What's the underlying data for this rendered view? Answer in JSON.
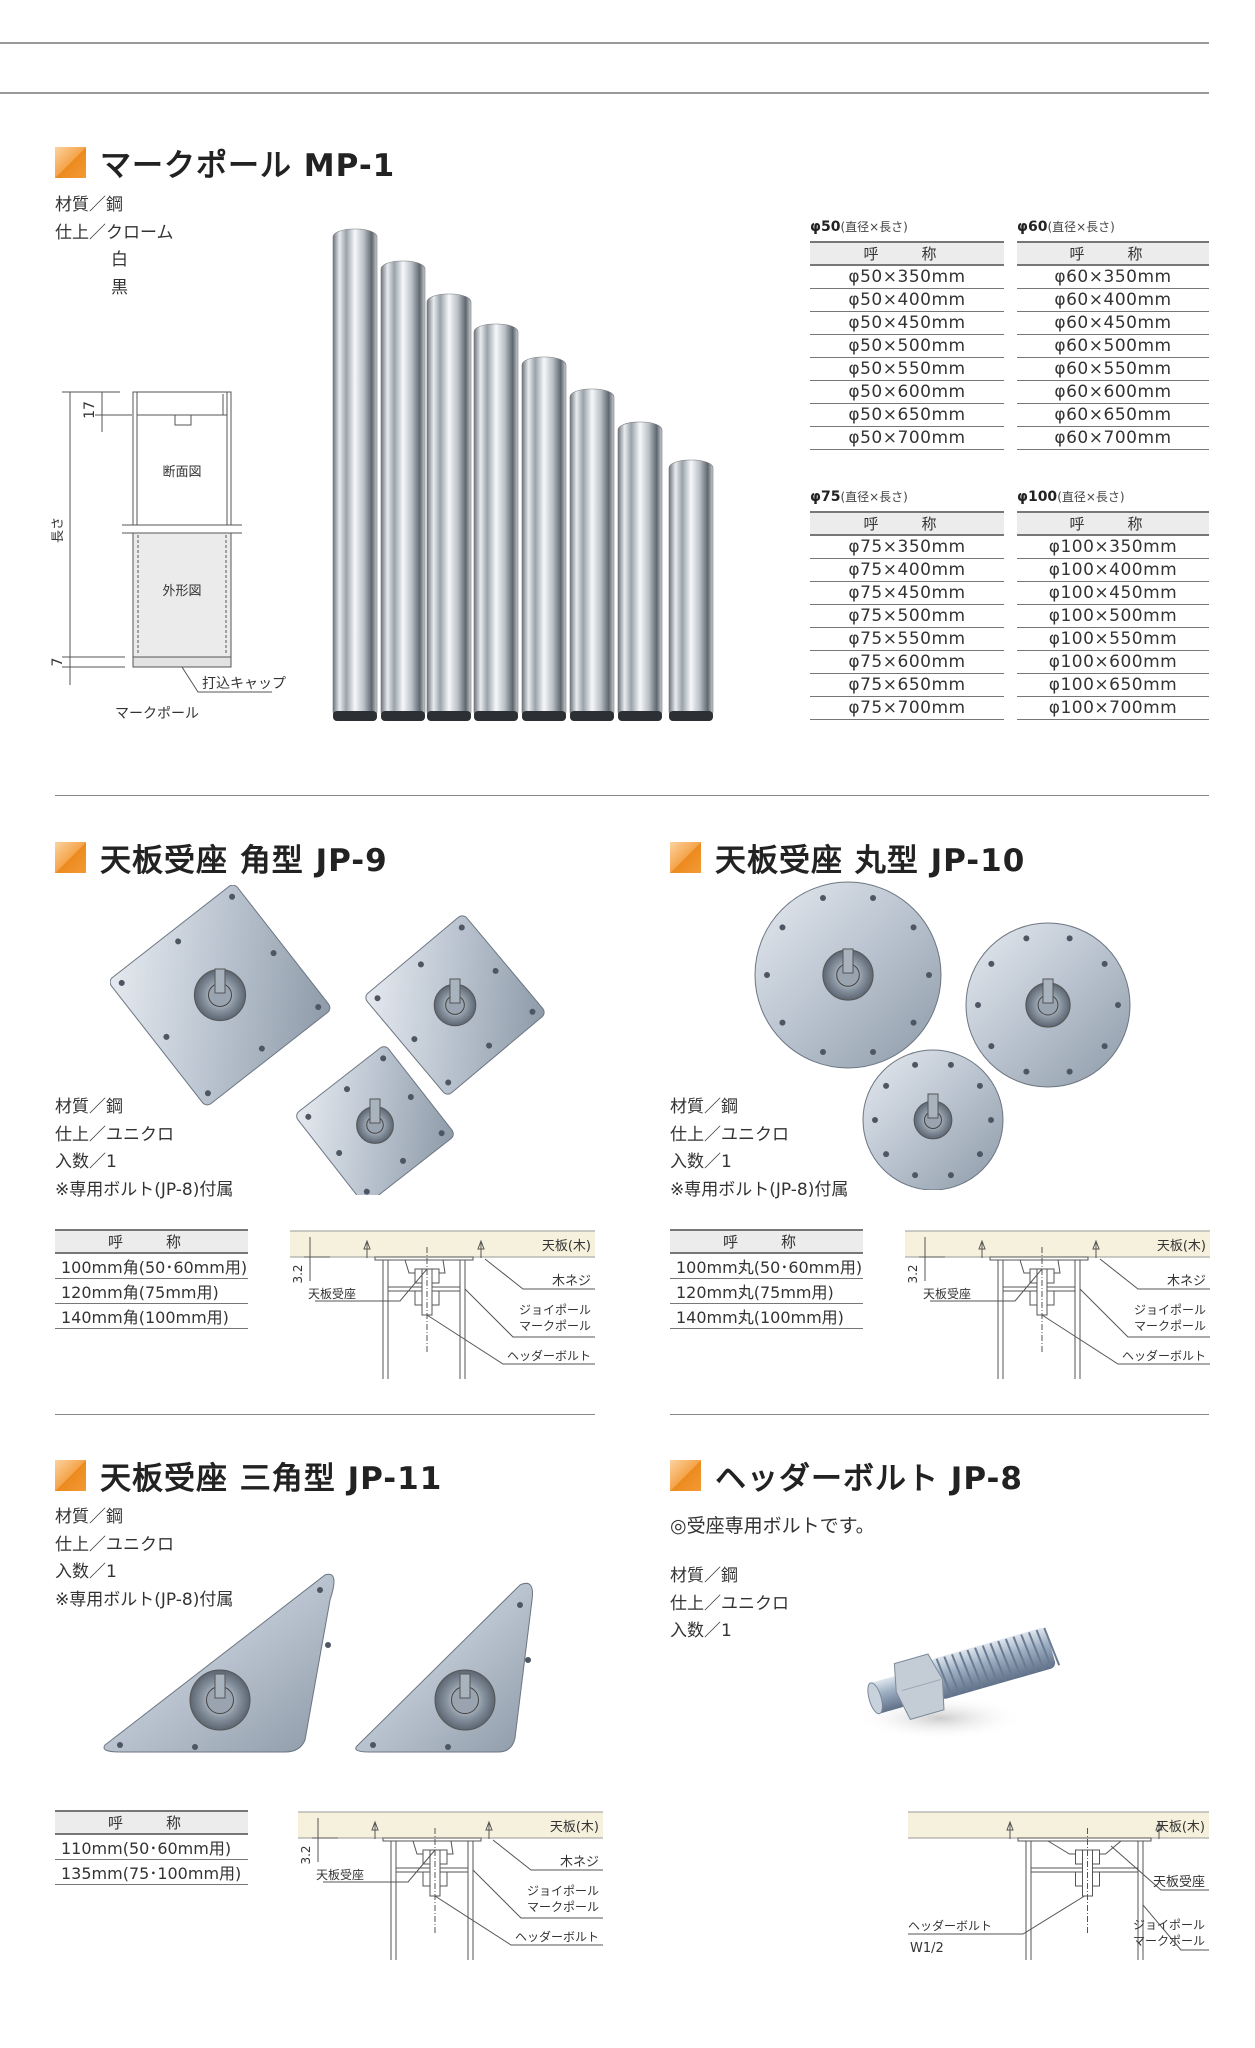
{
  "colors": {
    "accent": "#f29a35",
    "rule": "#9a9a9a",
    "table_header_bg": "#ececec",
    "tabletop": "#f6f1dd"
  },
  "mp1": {
    "title": "マークポール MP-1",
    "specs": [
      "材質／鋼",
      "仕上／クローム",
      "白",
      "黒"
    ],
    "diagram": {
      "label_section": "断面図",
      "label_outline": "外形図",
      "dim_top": "17",
      "dim_length": "長さ",
      "dim_bottom": "7",
      "cap": "打込キャップ",
      "caption": "マークポール"
    },
    "tables": [
      {
        "label": "φ50",
        "sub": "(直径×長さ)",
        "header": "呼　称",
        "rows": [
          "φ50×350mm",
          "φ50×400mm",
          "φ50×450mm",
          "φ50×500mm",
          "φ50×550mm",
          "φ50×600mm",
          "φ50×650mm",
          "φ50×700mm"
        ]
      },
      {
        "label": "φ60",
        "sub": "(直径×長さ)",
        "header": "呼　称",
        "rows": [
          "φ60×350mm",
          "φ60×400mm",
          "φ60×450mm",
          "φ60×500mm",
          "φ60×550mm",
          "φ60×600mm",
          "φ60×650mm",
          "φ60×700mm"
        ]
      },
      {
        "label": "φ75",
        "sub": "(直径×長さ)",
        "header": "呼　称",
        "rows": [
          "φ75×350mm",
          "φ75×400mm",
          "φ75×450mm",
          "φ75×500mm",
          "φ75×550mm",
          "φ75×600mm",
          "φ75×650mm",
          "φ75×700mm"
        ]
      },
      {
        "label": "φ100",
        "sub": "(直径×長さ)",
        "header": "呼　称",
        "rows": [
          "φ100×350mm",
          "φ100×400mm",
          "φ100×450mm",
          "φ100×500mm",
          "φ100×550mm",
          "φ100×600mm",
          "φ100×650mm",
          "φ100×700mm"
        ]
      }
    ]
  },
  "jp9": {
    "title": "天板受座 角型 JP-9",
    "specs": [
      "材質／鋼",
      "仕上／ユニクロ",
      "入数／1",
      "※専用ボルト(JP-8)付属"
    ],
    "table": {
      "header": "呼　称",
      "rows": [
        "100mm角(50･60mm用)",
        "120mm角(75mm用)",
        "140mm角(100mm用)"
      ]
    },
    "diagram": {
      "top": "天板(木)",
      "screw": "木ネジ",
      "pole1": "ジョイポール",
      "pole2": "マークポール",
      "bolt": "ヘッダーボルト",
      "seat": "天板受座",
      "dim": "3.2"
    }
  },
  "jp10": {
    "title": "天板受座 丸型 JP-10",
    "specs": [
      "材質／鋼",
      "仕上／ユニクロ",
      "入数／1",
      "※専用ボルト(JP-8)付属"
    ],
    "table": {
      "header": "呼　称",
      "rows": [
        "100mm丸(50･60mm用)",
        "120mm丸(75mm用)",
        "140mm丸(100mm用)"
      ]
    },
    "diagram": {
      "top": "天板(木)",
      "screw": "木ネジ",
      "pole1": "ジョイポール",
      "pole2": "マークポール",
      "bolt": "ヘッダーボルト",
      "seat": "天板受座",
      "dim": "3.2"
    }
  },
  "jp11": {
    "title": "天板受座 三角型 JP-11",
    "specs": [
      "材質／鋼",
      "仕上／ユニクロ",
      "入数／1",
      "※専用ボルト(JP-8)付属"
    ],
    "table": {
      "header": "呼　称",
      "rows": [
        "110mm(50･60mm用)",
        "135mm(75･100mm用)"
      ]
    },
    "diagram": {
      "top": "天板(木)",
      "screw": "木ネジ",
      "pole1": "ジョイポール",
      "pole2": "マークポール",
      "bolt": "ヘッダーボルト",
      "seat": "天板受座",
      "dim": "3.2"
    }
  },
  "jp8": {
    "title": "ヘッダーボルト JP-8",
    "note": "◎受座専用ボルトです。",
    "specs": [
      "材質／鋼",
      "仕上／ユニクロ",
      "入数／1"
    ],
    "diagram": {
      "top": "天板(木)",
      "seat": "天板受座",
      "pole1": "ジョイポール",
      "pole2": "マークポール",
      "bolt": "ヘッダーボルト",
      "size": "W1/2"
    }
  }
}
